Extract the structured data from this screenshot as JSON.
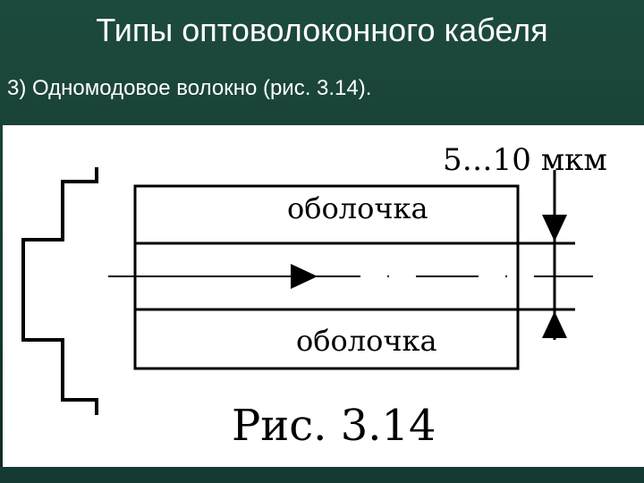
{
  "slide": {
    "title": "Типы оптоволоконного кабеля",
    "bullet": "3) Одномодовое волокно (рис. 3.14)."
  },
  "figure": {
    "dimension_label": "5…10 мкм",
    "cladding_top_label": "оболочка",
    "cladding_bottom_label": "оболочка",
    "caption": "Рис. 3.14"
  },
  "colors": {
    "background": "#1f4a40",
    "text": "#ffffff",
    "panel": "#ffffff",
    "ink": "#000000"
  }
}
